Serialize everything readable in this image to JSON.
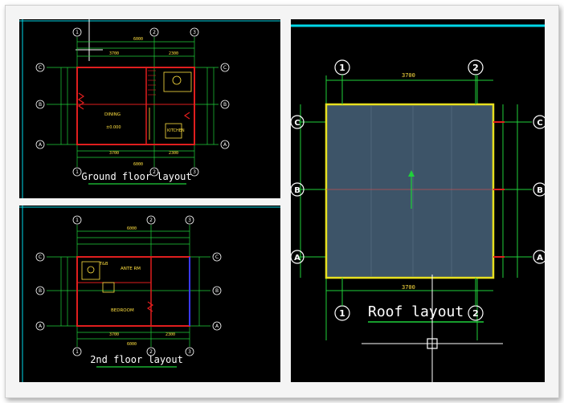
{
  "colors": {
    "background": "#000000",
    "wall": "#e01e1e",
    "dimension": "#1fd13a",
    "grid_bubble": "#ffffff",
    "roof_fill": "#3d5468",
    "roof_outline": "#e8e020",
    "title": "#ffffff",
    "text_yellow": "#f0e030",
    "accent_cyan": "#00d8e8"
  },
  "ground_floor": {
    "title": "Ground floor layout",
    "grid_top": [
      "1",
      "2",
      "3"
    ],
    "grid_side": [
      "C",
      "B",
      "A"
    ],
    "dims": {
      "overall": "6000",
      "left_bay": "3700",
      "right_bay": "2300",
      "bottom_left": "3700",
      "bottom_right": "2300",
      "bottom_overall": "6000"
    },
    "rooms": {
      "dining": "DINING",
      "kitchen": "KITCHEN",
      "level": "±0.000"
    }
  },
  "second_floor": {
    "title": "2nd floor layout",
    "grid_top": [
      "1",
      "2",
      "3"
    ],
    "grid_side": [
      "C",
      "B",
      "A"
    ],
    "dims": {
      "overall": "6000",
      "bottom_left": "3700",
      "bottom_right": "2300",
      "bottom_overall": "6000"
    },
    "rooms": {
      "ante_rm": "ANTE RM",
      "t_b": "T&B",
      "bedroom": "BEDROOM"
    }
  },
  "roof": {
    "title": "Roof layout",
    "grid_top": [
      "1",
      "2"
    ],
    "grid_bottom": [
      "1",
      "2"
    ],
    "grid_side": [
      "C",
      "B",
      "A"
    ],
    "dims": {
      "top_span": "3700",
      "bottom_span": "3700"
    }
  }
}
